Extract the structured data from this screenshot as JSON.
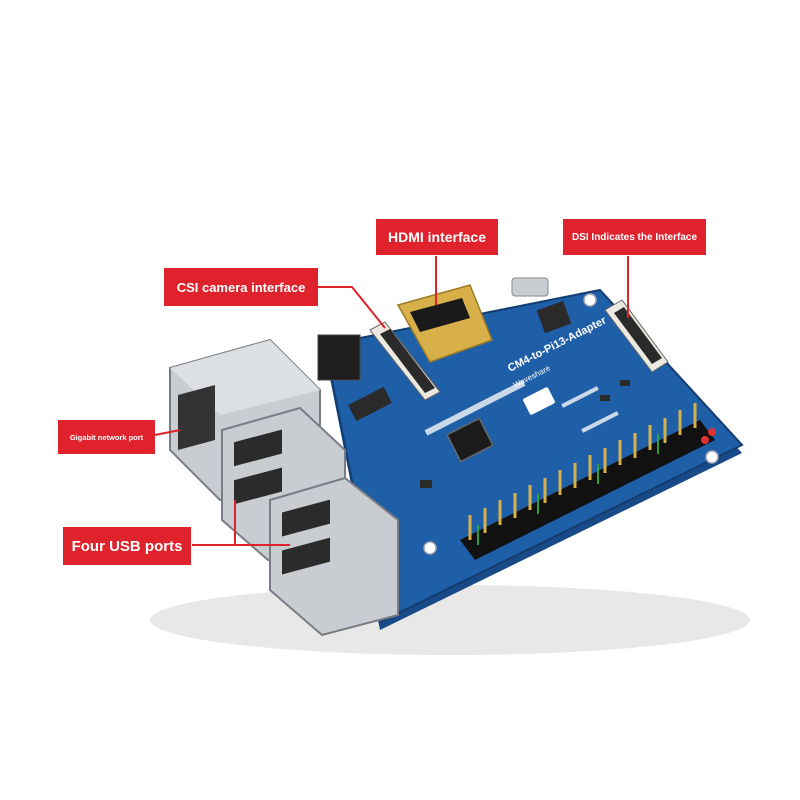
{
  "callouts": {
    "hdmi": "HDMI interface",
    "dsi": "DSI Indicates the Interface",
    "csi": "CSI camera interface",
    "gigabit": "Gigabit network port",
    "usb": "Four USB ports"
  },
  "board": {
    "silkscreen_title": "CM4-to-Pi13-Adapter",
    "brand": "Waveshare"
  },
  "colors": {
    "callout_bg": "#e0222c",
    "board_blue": "#1f5fa8",
    "board_edge": "#174a86",
    "metal": "#c9ccd0",
    "gold": "#d8b04a"
  }
}
